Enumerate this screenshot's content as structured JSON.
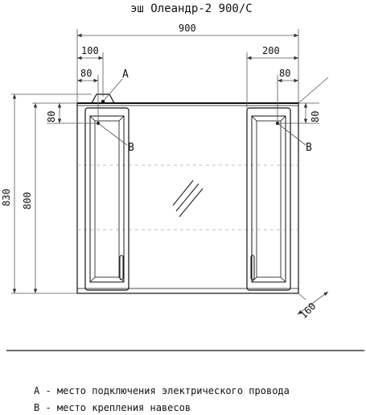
{
  "title": "эш Олеандр-2 900/С",
  "dimensions": {
    "overall_width": "900",
    "left_offset": "100",
    "right_offset": "200",
    "left_inner": "80",
    "right_inner": "80",
    "overall_height": "830",
    "body_height": "800",
    "left_top_offset": "80",
    "right_top_offset": "80",
    "depth": "160"
  },
  "callouts": {
    "a": "А",
    "b_left": "В",
    "b_right": "В"
  },
  "legend": {
    "a": "А - место подключения электрического провода",
    "b": "В - место крепления навесов"
  }
}
